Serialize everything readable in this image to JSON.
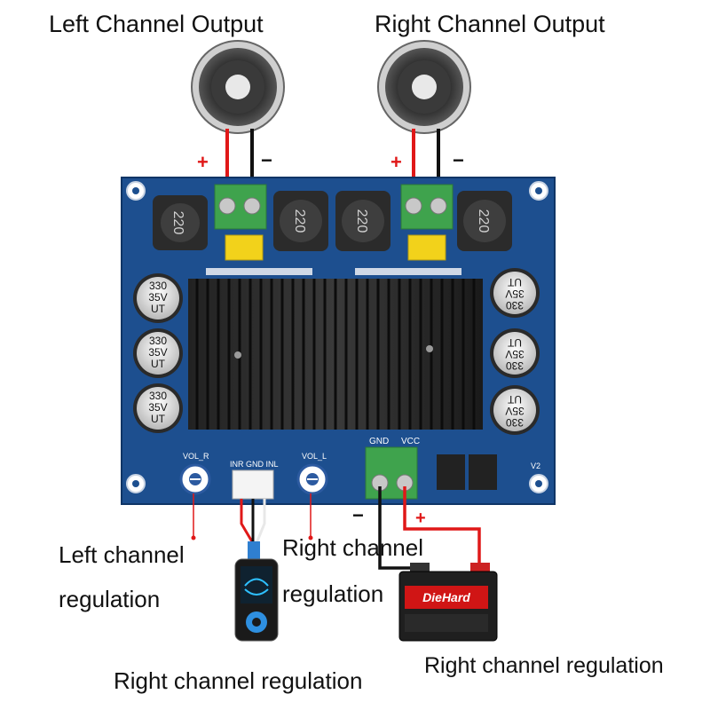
{
  "labels": {
    "left_output": "Left Channel Output",
    "right_output": "Right Channel Output",
    "left_reg_line1": "Left channel",
    "left_reg_line2": "regulation",
    "right_reg_line1": "Right channel",
    "right_reg_line2": "regulation",
    "bottom_left": "Right channel regulation",
    "bottom_right": "Right channel regulation"
  },
  "polarity": {
    "plus": "+",
    "minus": "−"
  },
  "board": {
    "inductor_text": "220",
    "cap_line1": "330",
    "cap_line2": "35V",
    "cap_line3": "UT",
    "vol_r": "VOL_R",
    "vol_l": "VOL_L",
    "input_pins": "INR GND INL",
    "gnd": "GND",
    "vcc": "VCC",
    "version": "V2"
  },
  "battery": {
    "brand": "DieHard"
  },
  "colors": {
    "board": "#1d4f8f",
    "positive_wire": "#e01818",
    "negative_wire": "#111111",
    "terminal": "#3fa34d",
    "heatsink": "#1a1a1a"
  }
}
